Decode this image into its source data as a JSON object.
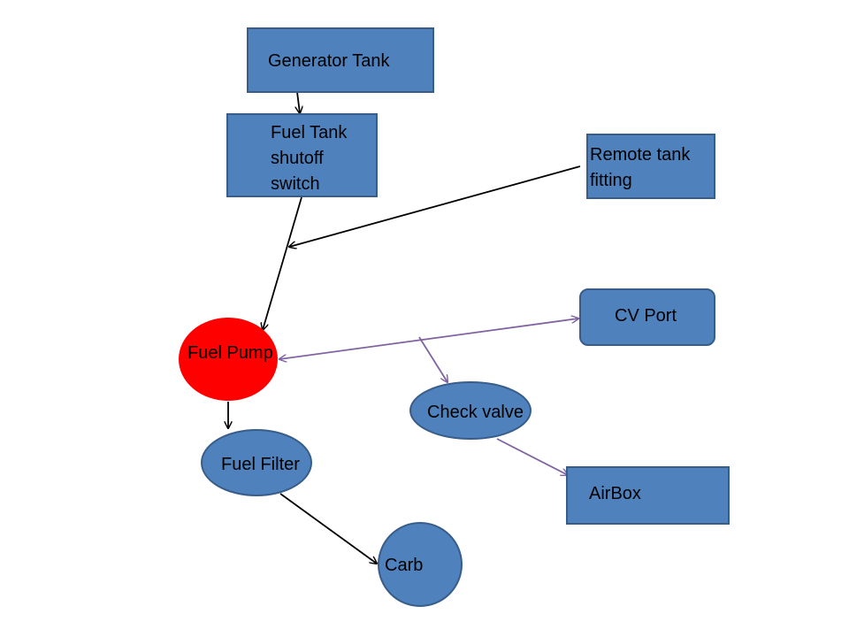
{
  "colors": {
    "box_fill": "#4F81BD",
    "box_stroke": "#385D8A",
    "pump_fill": "#FF0000",
    "black_arrow": "#000000",
    "purple_arrow": "#8064A2"
  },
  "nodes": {
    "generator_tank": {
      "label": "Generator Tank",
      "shape": "rectangle"
    },
    "fuel_tank_shutoff": {
      "label_lines": [
        "Fuel Tank",
        "shutoff",
        "switch"
      ],
      "shape": "rectangle"
    },
    "remote_tank_fitting": {
      "label_lines": [
        "Remote tank",
        "fitting"
      ],
      "shape": "rectangle"
    },
    "cv_port": {
      "label": "CV Port",
      "shape": "rounded-rectangle"
    },
    "fuel_pump": {
      "label": "Fuel Pump",
      "shape": "ellipse"
    },
    "check_valve": {
      "label": "Check valve",
      "shape": "ellipse"
    },
    "fuel_filter": {
      "label": "Fuel Filter",
      "shape": "ellipse"
    },
    "airbox": {
      "label": "AirBox",
      "shape": "rectangle"
    },
    "carb": {
      "label": "Carb",
      "shape": "circle"
    }
  },
  "edges": [
    {
      "from": "generator_tank",
      "to": "fuel_tank_shutoff",
      "color": "black"
    },
    {
      "from": "fuel_tank_shutoff",
      "to": "fuel_pump",
      "color": "black"
    },
    {
      "from": "remote_tank_fitting",
      "to": "fuel_tank_shutoff-line",
      "color": "black"
    },
    {
      "from": "fuel_pump",
      "to": "cv_port",
      "color": "purple",
      "bidirectional": true
    },
    {
      "from": "fuel_pump-cv_port-line",
      "to": "check_valve",
      "color": "purple"
    },
    {
      "from": "check_valve",
      "to": "airbox",
      "color": "purple"
    },
    {
      "from": "fuel_pump",
      "to": "fuel_filter",
      "color": "black"
    },
    {
      "from": "fuel_filter",
      "to": "carb",
      "color": "black"
    }
  ]
}
